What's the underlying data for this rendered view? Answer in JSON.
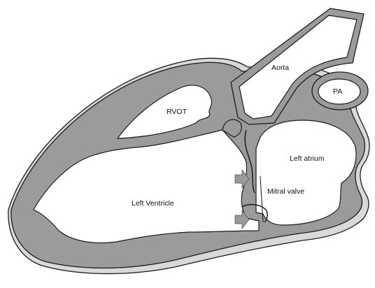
{
  "colors": {
    "background": "#ffffff",
    "myocardium": "#9b9b9b",
    "outer_layer": "#d9d9d9",
    "outline": "#1c1c1c",
    "arrow": "#9a9a9a"
  },
  "labels": {
    "rvot": "RVOT",
    "aorta": "Aorta",
    "pa": "PA",
    "left_atrium": "Left atrium",
    "left_ventricle": "Left Ventricle",
    "mitral_valve": "Mitral valve"
  },
  "arrows": [
    {
      "name": "upper-flow-arrow-icon",
      "direction": "right"
    },
    {
      "name": "lower-flow-arrow-icon",
      "direction": "right"
    }
  ]
}
